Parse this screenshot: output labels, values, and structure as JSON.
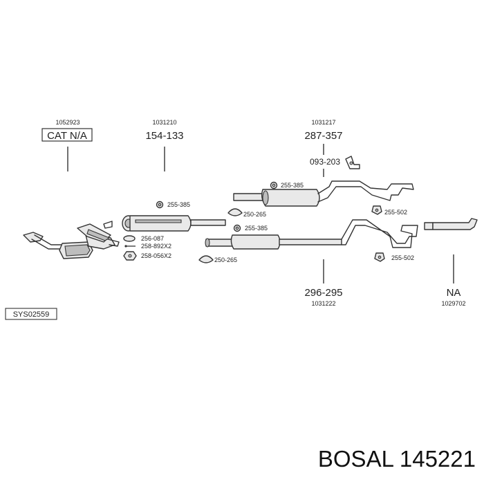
{
  "groups": {
    "cat": {
      "ref": "1052923",
      "code": "CAT N/A"
    },
    "front": {
      "ref": "1031210",
      "code": "154-133"
    },
    "upper": {
      "ref": "1031217",
      "code": "287-357",
      "sub_code": "093-203"
    },
    "lower": {
      "ref": "1031222",
      "code": "296-295"
    },
    "tail": {
      "ref": "1029702",
      "code": "NA"
    }
  },
  "parts": {
    "front_hanger": "255-385",
    "gasket": "256-087",
    "bolt": "258-892X2",
    "nut": "258-056X2",
    "upper_hanger": "255-385",
    "upper_clamp": "250-265",
    "upper_rear_hanger": "255-502",
    "lower_hanger": "255-385",
    "lower_clamp": "250-265",
    "lower_rear_hanger": "255-502"
  },
  "system_code": "SYS02559",
  "brand_label": "BOSAL 145221"
}
